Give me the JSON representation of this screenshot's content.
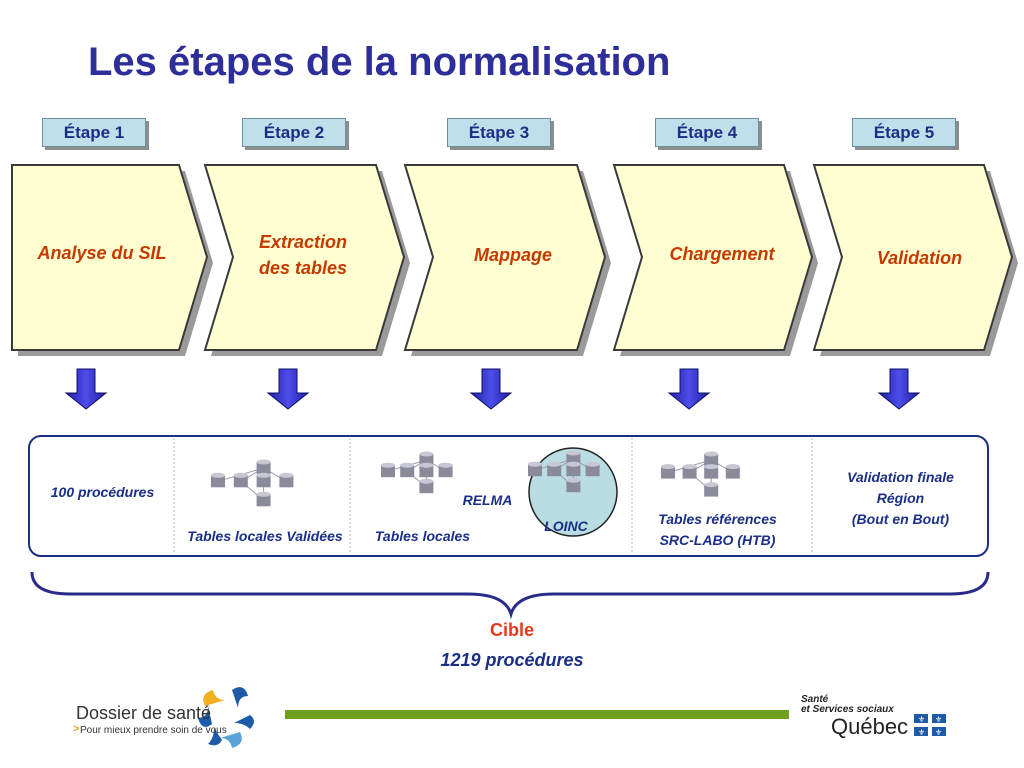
{
  "title": "Les étapes de la normalisation",
  "steps": [
    {
      "label": "Étape 1",
      "name_lines": [
        "Analyse du SIL"
      ]
    },
    {
      "label": "Étape 2",
      "name_lines": [
        "Extraction",
        "des  tables"
      ]
    },
    {
      "label": "Étape 3",
      "name_lines": [
        "Mappage"
      ]
    },
    {
      "label": "Étape 4",
      "name_lines": [
        "Chargement"
      ]
    },
    {
      "label": "Étape 5",
      "name_lines": [
        "Validation"
      ]
    }
  ],
  "results": {
    "cell1": "100 procédures",
    "cell2": "Tables locales Validées",
    "cell3_tables": "Tables locales",
    "cell3_relma": "RELMA",
    "cell3_loinc": "LOINC",
    "cell4_lines": [
      "Tables références",
      "SRC-LABO (HTB)"
    ],
    "cell5_lines": [
      "Validation finale",
      "Région",
      "(Bout en Bout)"
    ]
  },
  "summary": {
    "label": "Cible",
    "count": "1219  procédures"
  },
  "footer": {
    "left_title": "Dossier de santé",
    "left_sub": "Pour mieux prendre soin de vous",
    "right_line1": "Santé",
    "right_line2": "et Services sociaux",
    "right_name": "Québec"
  },
  "colors": {
    "title": "#2e2e9a",
    "step_text": "#c43a00",
    "chevron_fill": "#ffffd2",
    "label_fill": "#bfe0ea",
    "arrow": "#3333cc",
    "box_border": "#1b2f86",
    "cible": "#e23a1c",
    "footer_bar": "#6e9f1e",
    "loinc_fill": "#b9dde2"
  }
}
